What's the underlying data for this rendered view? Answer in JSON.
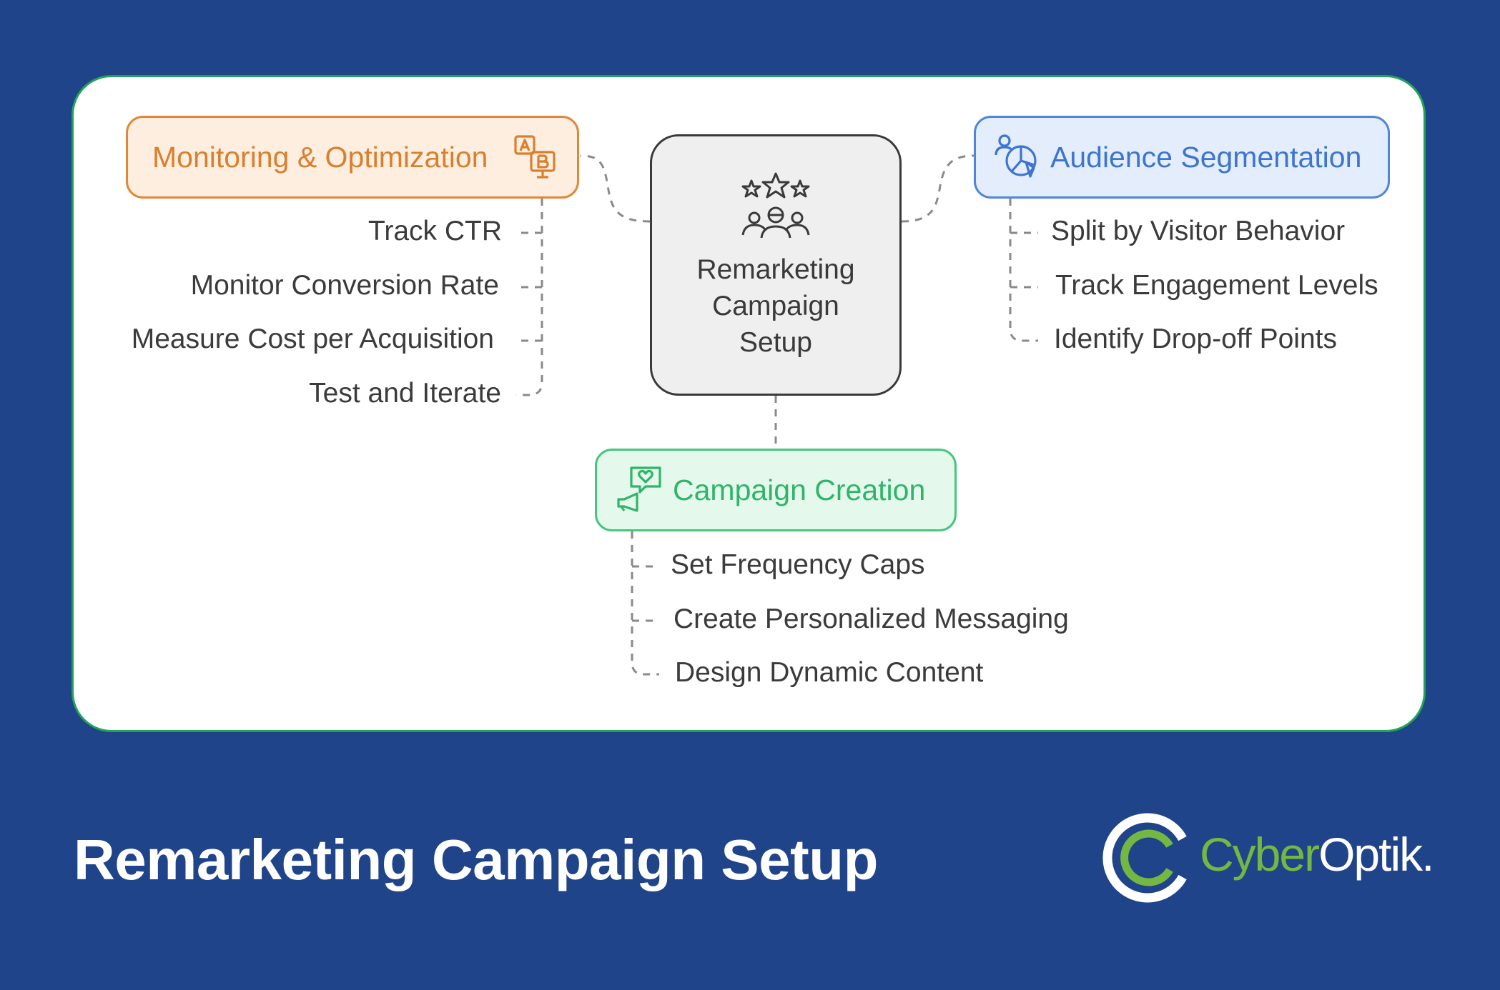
{
  "center": {
    "title": "Remarketing Campaign Setup",
    "icon": "stars-audience-icon"
  },
  "branches": {
    "monitoring": {
      "title": "Monitoring & Optimization",
      "icon": "ab-test-icon",
      "color": "#e0883a",
      "items": [
        "Track CTR",
        "Monitor Conversion Rate",
        "Measure Cost per Acquisition",
        "Test and Iterate"
      ]
    },
    "audience": {
      "title": "Audience Segmentation",
      "icon": "segmentation-pie-icon",
      "color": "#4f86d9",
      "items": [
        "Split by Visitor Behavior",
        "Track Engagement Levels",
        "Identify Drop-off Points"
      ]
    },
    "creation": {
      "title": "Campaign Creation",
      "icon": "megaphone-heart-icon",
      "color": "#45c67d",
      "items": [
        "Set Frequency Caps",
        "Create Personalized Messaging",
        "Design Dynamic Content"
      ]
    }
  },
  "footer": {
    "title": "Remarketing Campaign Setup",
    "logo": {
      "part1": "Cyber",
      "part2": "Optik."
    }
  },
  "colors": {
    "background": "#20448a",
    "card_border": "#22a355",
    "logo_green": "#74b843"
  }
}
